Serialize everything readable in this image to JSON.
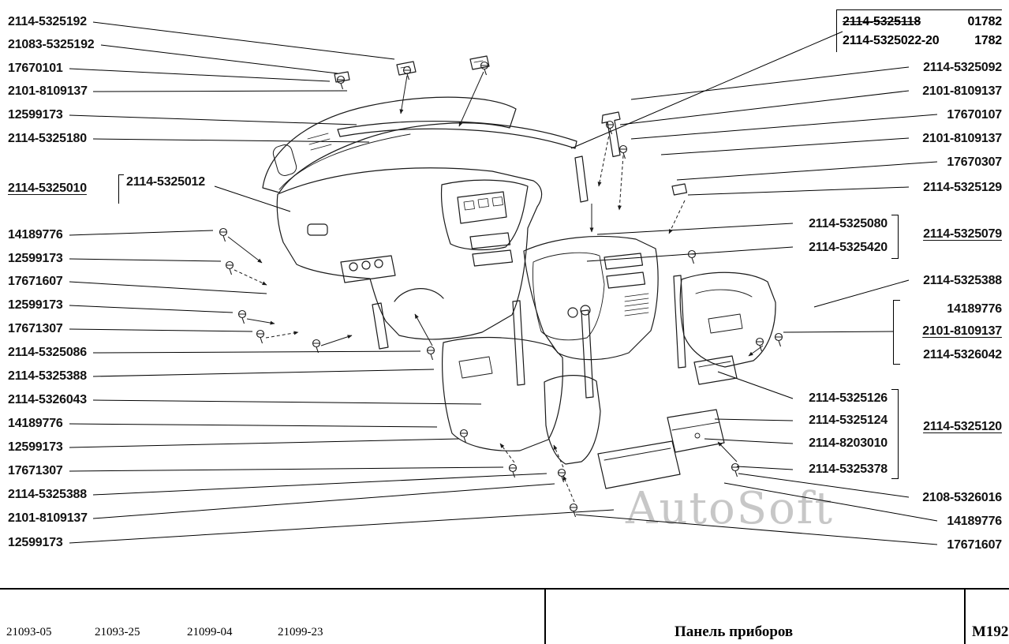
{
  "watermark": "AutoSoft",
  "colors": {
    "ink": "#1a1a1a",
    "watermark": "#c7c7c7"
  },
  "left_labels": [
    "2114-5325192",
    "21083-5325192",
    "17670101",
    "2101-8109137",
    "12599173",
    "2114-5325180",
    "2114-5325010",
    "14189776",
    "12599173",
    "17671607",
    "12599173",
    "17671307",
    "2114-5325086",
    "2114-5325388",
    "2114-5326043",
    "14189776",
    "12599173",
    "17671307",
    "2114-5325388",
    "2101-8109137",
    "12599173"
  ],
  "left_bracket_label": "2114-5325012",
  "right_top": {
    "old_number": "2114-5325118",
    "old_code": "01782",
    "new_number": "2114-5325022-20",
    "new_code": "1782"
  },
  "right_labels": [
    "2114-5325092",
    "2101-8109137",
    "17670107",
    "2101-8109137",
    "17670307",
    "2114-5325129"
  ],
  "group_080": {
    "items": [
      "2114-5325080",
      "2114-5325420"
    ],
    "combined": "2114-5325079"
  },
  "right_single_388": "2114-5325388",
  "group_mid": {
    "items": [
      "14189776",
      "2101-8109137",
      "2114-5326042"
    ]
  },
  "group_120": {
    "items": [
      "2114-5325126",
      "2114-5325124",
      "2114-8203010",
      "2114-5325378"
    ],
    "combined": "2114-5325120"
  },
  "right_bottom": [
    "2108-5326016",
    "14189776",
    "17671607"
  ],
  "footer": {
    "models": [
      "21093-05",
      "21093-25",
      "21099-04",
      "21099-23"
    ],
    "title": "Панель приборов",
    "code": "М192"
  }
}
